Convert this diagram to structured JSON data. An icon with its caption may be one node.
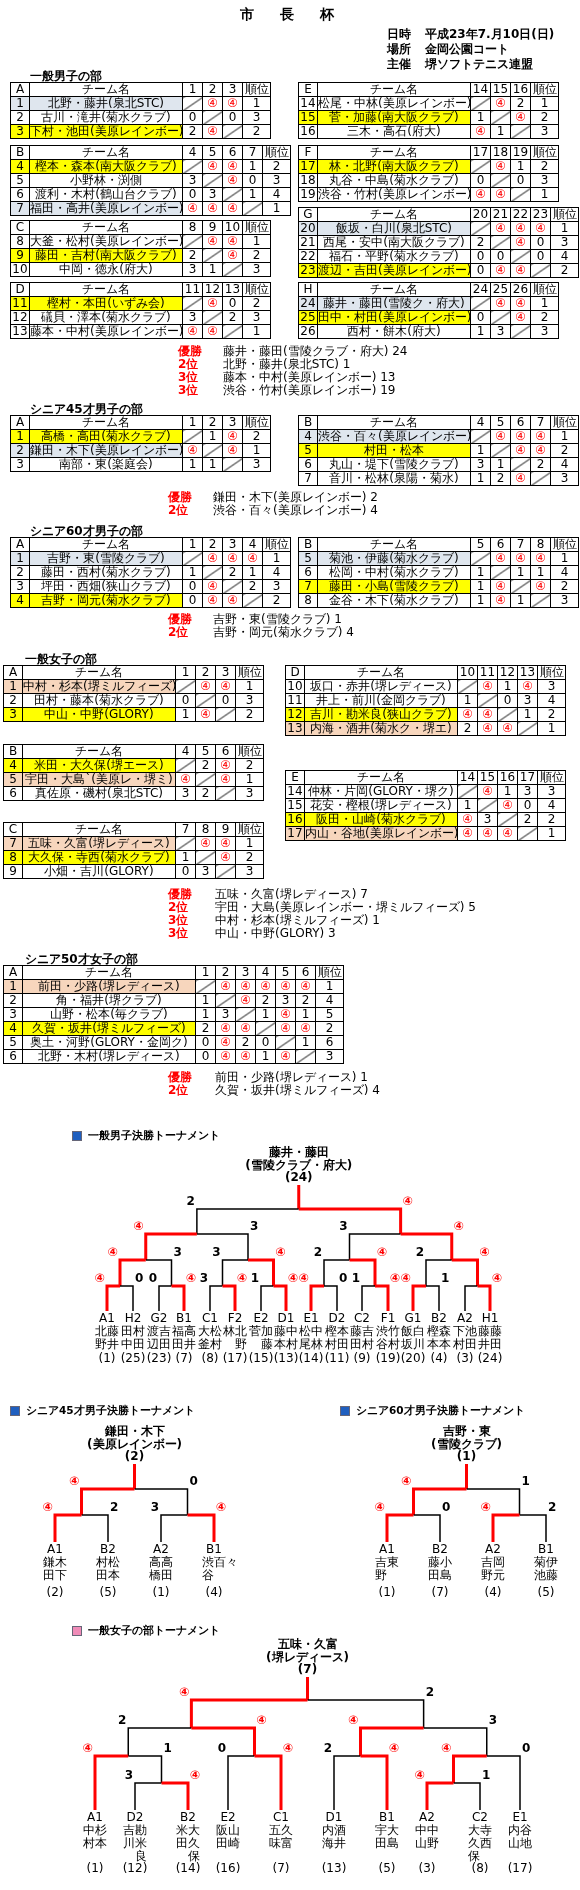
{
  "diagram": {
    "title": "市　長　杯",
    "labels": [
      "日時",
      "平成23年7.月10日(日)",
      "場所",
      "金岡公園コート",
      "主催",
      "堺ソフトテニス連盟",
      "一般男子の部",
      "A",
      "チーム名",
      "1",
      "2",
      "3",
      "順位",
      "1",
      "北野・藤井(泉北STC)",
      "④",
      "④",
      "1",
      "2",
      "古川・滝井(菊水クラブ)",
      "0",
      "0",
      "3",
      "3",
      "下村・池田(美原レインボー)",
      "2",
      "④",
      "2",
      "E",
      "チーム名",
      "14",
      "15",
      "16",
      "順位",
      "14",
      "松尾・中林(美原レインボー)",
      "④",
      "2",
      "1",
      "15",
      "菅・加藤(南大阪クラブ)",
      "1",
      "④",
      "2",
      "16",
      "三木・高石(府大)",
      "④",
      "1",
      "3",
      "B",
      "チーム名",
      "4",
      "5",
      "6",
      "7",
      "順位",
      "4",
      "樫本・森本(南大阪クラブ)",
      "④",
      "④",
      "1",
      "2",
      "5",
      "小野林・渕側",
      "3",
      "④",
      "0",
      "3",
      "6",
      "渡利・木村(鶴山台クラブ)",
      "0",
      "3",
      "1",
      "4",
      "7",
      "福田・高井(美原レインボー)",
      "④",
      "④",
      "④",
      "1",
      "F",
      "チーム名",
      "17",
      "18",
      "19",
      "順位",
      "17",
      "林・北野(南大阪クラブ)",
      "④",
      "1",
      "2",
      "18",
      "丸谷・中島(菊水クラブ)",
      "0",
      "0",
      "3",
      "19",
      "渋谷・竹村(美原レインボー)",
      "④",
      "④",
      "1",
      "C",
      "チーム名",
      "8",
      "9",
      "10",
      "順位",
      "8",
      "大釜・松村(美原レインボー)",
      "④",
      "④",
      "1",
      "9",
      "藤田・吉村(南大阪クラブ)",
      "2",
      "④",
      "2",
      "10",
      "中岡・徳永(府大)",
      "3",
      "1",
      "3",
      "G",
      "チーム名",
      "20",
      "21",
      "22",
      "23",
      "順位",
      "20",
      "飯坂・白川(泉北STC)",
      "④",
      "④",
      "④",
      "1",
      "21",
      "西尾・安中(南大阪クラブ)",
      "2",
      "④",
      "0",
      "3",
      "22",
      "福石・平野(菊水クラブ)",
      "0",
      "0",
      "0",
      "4",
      "23",
      "渡辺・吉田(美原レインボー)",
      "0",
      "④",
      "④",
      "2",
      "D",
      "チーム名",
      "11",
      "12",
      "13",
      "順位",
      "11",
      "樫村・本田(いずみ会)",
      "④",
      "0",
      "2",
      "12",
      "礒貝・澤本(菊水クラブ)",
      "3",
      "2",
      "3",
      "13",
      "藤本・中村(美原レインボー)",
      "④",
      "④",
      "1",
      "H",
      "チーム名",
      "24",
      "25",
      "26",
      "順位",
      "24",
      "藤井・藤田(雪陵ク・府大)",
      "④",
      "④",
      "1",
      "25",
      "田中・村田(美原レインボー)",
      "0",
      "④",
      "2",
      "26",
      "西村・餅木(府大)",
      "1",
      "3",
      "3",
      "優勝",
      "藤井・藤田(雪陵クラブ・府大) 24",
      "2位",
      "北野・藤井(泉北STC) 1",
      "3位",
      "藤本・中村(美原レインボー) 13",
      "3位",
      "渋谷・竹村(美原レインボー) 19",
      "シニア45才男子の部",
      "A",
      "チーム名",
      "1",
      "2",
      "3",
      "順位",
      "1",
      "高橋・高田(菊水クラブ)",
      "1",
      "④",
      "2",
      "2",
      "鎌田・木下(美原レインボー)",
      "④",
      "④",
      "1",
      "3",
      "南部・東(楽庭会)",
      "1",
      "1",
      "3",
      "B",
      "チーム名",
      "4",
      "5",
      "6",
      "7",
      "順位",
      "4",
      "渋谷・百々(美原レインボー)",
      "④",
      "④",
      "④",
      "1",
      "5",
      "村田・松本",
      "1",
      "④",
      "④",
      "2",
      "6",
      "丸山・堤下(雪陵クラブ)",
      "3",
      "1",
      "2",
      "4",
      "7",
      "音川・松林(泉陽・菊水)",
      "1",
      "2",
      "④",
      "3",
      "優勝",
      "鎌田・木下(美原レインボー) 2",
      "2位",
      "渋谷・百々(美原レインボー) 4",
      "シニア60才男子の部",
      "A",
      "チーム名",
      "1",
      "2",
      "3",
      "4",
      "順位",
      "1",
      "吉野・東(雪陵クラブ)",
      "④",
      "④",
      "④",
      "1",
      "2",
      "藤田・西村(菊水クラブ)",
      "1",
      "2",
      "1",
      "4",
      "3",
      "坪田・西畑(狭山クラブ)",
      "0",
      "④",
      "2",
      "3",
      "4",
      "吉野・岡元(菊水クラブ)",
      "0",
      "④",
      "④",
      "2",
      "B",
      "チーム名",
      "5",
      "6",
      "7",
      "8",
      "順位",
      "5",
      "菊池・伊藤(菊水クラブ)",
      "④",
      "④",
      "④",
      "1",
      "6",
      "松岡・中村(菊水クラブ)",
      "1",
      "1",
      "1",
      "4",
      "7",
      "藤田・小島(雪陵クラブ)",
      "1",
      "④",
      "④",
      "2",
      "8",
      "金谷・木下(菊水クラブ)",
      "1",
      "④",
      "1",
      "3",
      "優勝",
      "吉野・東(雪陵クラブ) 1",
      "2位",
      "吉野・岡元(菊水クラブ) 4",
      "一般女子の部",
      "A",
      "チーム名",
      "1",
      "2",
      "3",
      "順位",
      "1",
      "中村・杉本(堺ミルフィーズ)",
      "④",
      "④",
      "1",
      "2",
      "田村・藤本(菊水クラブ)",
      "0",
      "0",
      "3",
      "3",
      "中山・中野(GLORY)",
      "1",
      "④",
      "2",
      "D",
      "チーム名",
      "10",
      "11",
      "12",
      "13",
      "順位",
      "10",
      "坂口・赤井(堺レディース)",
      "④",
      "1",
      "④",
      "3",
      "11",
      "井上・前川(金岡クラブ)",
      "1",
      "0",
      "3",
      "4",
      "12",
      "吉川・勘米良(狭山クラブ)",
      "④",
      "④",
      "1",
      "2",
      "13",
      "内海・酒井(菊水ク・堺エ)",
      "2",
      "④",
      "④",
      "1",
      "B",
      "チーム名",
      "4",
      "5",
      "6",
      "順位",
      "4",
      "米田・大久保(堺エース)",
      "2",
      "④",
      "2",
      "5",
      "宇田・大島`(美原レ・堺ミ)",
      "④",
      "④",
      "1",
      "6",
      "真佐原・磯村(泉北STC)",
      "3",
      "2",
      "3",
      "C",
      "チーム名",
      "7",
      "8",
      "9",
      "順位",
      "7",
      "五味・久富(堺レディース)",
      "④",
      "④",
      "1",
      "8",
      "大久保・寺西(菊水クラブ)",
      "1",
      "④",
      "2",
      "9",
      "小畑・吉川(GLORY)",
      "0",
      "3",
      "3",
      "E",
      "チーム名",
      "14",
      "15",
      "16",
      "17",
      "順位",
      "14",
      "仲林・片岡(GLORY・堺ク)",
      "④",
      "1",
      "3",
      "3",
      "15",
      "花安・樫根(堺レディース)",
      "1",
      "④",
      "0",
      "4",
      "16",
      "阪田・山崎(菊水クラブ)",
      "④",
      "3",
      "2",
      "2",
      "17",
      "内山・谷地(美原レインボー)",
      "④",
      "④",
      "④",
      "1",
      "優勝",
      "五味・久富(堺レディース) 7",
      "2位",
      "宇田・大島(美原レインボー・堺ミルフィーズ) 5",
      "3位",
      "中村・杉本(堺ミルフィーズ) 1",
      "3位",
      "中山・中野(GLORY) 3",
      "シニア50才女子の部",
      "A",
      "チーム名",
      "1",
      "2",
      "3",
      "4",
      "5",
      "6",
      "順位",
      "1",
      "前田・少路(堺レディース)",
      "④",
      "④",
      "④",
      "④",
      "④",
      "1",
      "2",
      "角・福井(堺クラブ)",
      "1",
      "④",
      "2",
      "3",
      "2",
      "4",
      "3",
      "山野・松本(毎クラブ)",
      "1",
      "3",
      "1",
      "④",
      "1",
      "5",
      "4",
      "久賀・坂井(堺ミルフィーズ)",
      "2",
      "④",
      "④",
      "④",
      "④",
      "2",
      "5",
      "奥土・河野(GLORY・金岡ク)",
      "0",
      "④",
      "2",
      "0",
      "1",
      "6",
      "6",
      "北野・木村(堺レディース)",
      "0",
      "④",
      "④",
      "1",
      "④",
      "3",
      "優勝",
      "前田・少路(堺レディース) 1",
      "2位",
      "久賀・坂井(堺ミルフィーズ) 4",
      "一般男子決勝トーナメント",
      "藤井・藤田",
      "(雪陵クラブ・府大)",
      "(24)",
      "2",
      "④",
      "④",
      "3",
      "④",
      "3",
      "④",
      "0",
      "0",
      "④",
      "3",
      "④",
      "3",
      "④",
      "1",
      "④",
      "3",
      "④",
      "2",
      "④",
      "④",
      "0",
      "1",
      "④",
      "2",
      "④",
      "④",
      "1",
      "④",
      "A1",
      "北野",
      "藤井",
      "(1)",
      "H2",
      "田中",
      "村田",
      "(25)",
      "G2",
      "渡辺",
      "吉田",
      "(23)",
      "B1",
      "福田",
      "高井",
      "(7)",
      "C1",
      "大釜",
      "松村",
      "(8)",
      "F2",
      "林",
      "北野",
      "(17)",
      "E2",
      "菅",
      "加藤",
      "(15)",
      "D1",
      "藤本",
      "中村",
      "(13)",
      "E1",
      "松尾",
      "中林",
      "(14)",
      "D2",
      "樫村",
      "本田",
      "(11)",
      "C2",
      "藤田",
      "吉村",
      "(9)",
      "F1",
      "渋谷",
      "竹村",
      "(19)",
      "G1",
      "飯坂",
      "白川",
      "(20)",
      "B2",
      "樫本",
      "森本",
      "(4)",
      "A2",
      "下村",
      "池田",
      "(3)",
      "H1",
      "藤井",
      "藤田",
      "(24)",
      "シニア45才男子決勝トーナメント",
      "鎌田・木下",
      "(美原レインボー)",
      "(2)",
      "④",
      "0",
      "④",
      "2",
      "3",
      "④",
      "A1",
      "鎌田",
      "木下",
      "(2)",
      "B2",
      "村田",
      "松本",
      "(5)",
      "A2",
      "高橋",
      "高田",
      "(1)",
      "B1",
      "渋谷",
      "百々",
      "(4)",
      "シニア60才男子決勝トーナメント",
      "吉野・東",
      "(雪陵クラブ)",
      "(1)",
      "④",
      "1",
      "④",
      "0",
      "④",
      "2",
      "A1",
      "吉野",
      "東",
      "(1)",
      "B2",
      "藤田",
      "小島",
      "(7)",
      "A2",
      "吉野",
      "岡元",
      "(4)",
      "B1",
      "菊池",
      "伊藤",
      "(5)",
      "一般女子の部トーナメント",
      "五味・久富",
      "(堺レディース)",
      "(7)",
      "④",
      "2",
      "2",
      "④",
      "④",
      "1",
      "3",
      "④",
      "0",
      "④",
      "④",
      "3",
      "2",
      "④",
      "④",
      "0",
      "④",
      "1",
      "A1",
      "中村",
      "杉本",
      "(1)",
      "D2",
      "吉川",
      "勘米良",
      "(12)",
      "B2",
      "米田",
      "大久保",
      "(14)",
      "E2",
      "阪田",
      "山崎",
      "(16)",
      "C1",
      "五味",
      "久富",
      "(7)",
      "D1",
      "内海",
      "酒井",
      "(13)",
      "B1",
      "宇田",
      "大島",
      "(5)",
      "A2",
      "中山",
      "中野",
      "(3)",
      "C2",
      "大久保",
      "寺西",
      "(8)",
      "E1",
      "内山",
      "谷地",
      "(17)"
    ]
  }
}
